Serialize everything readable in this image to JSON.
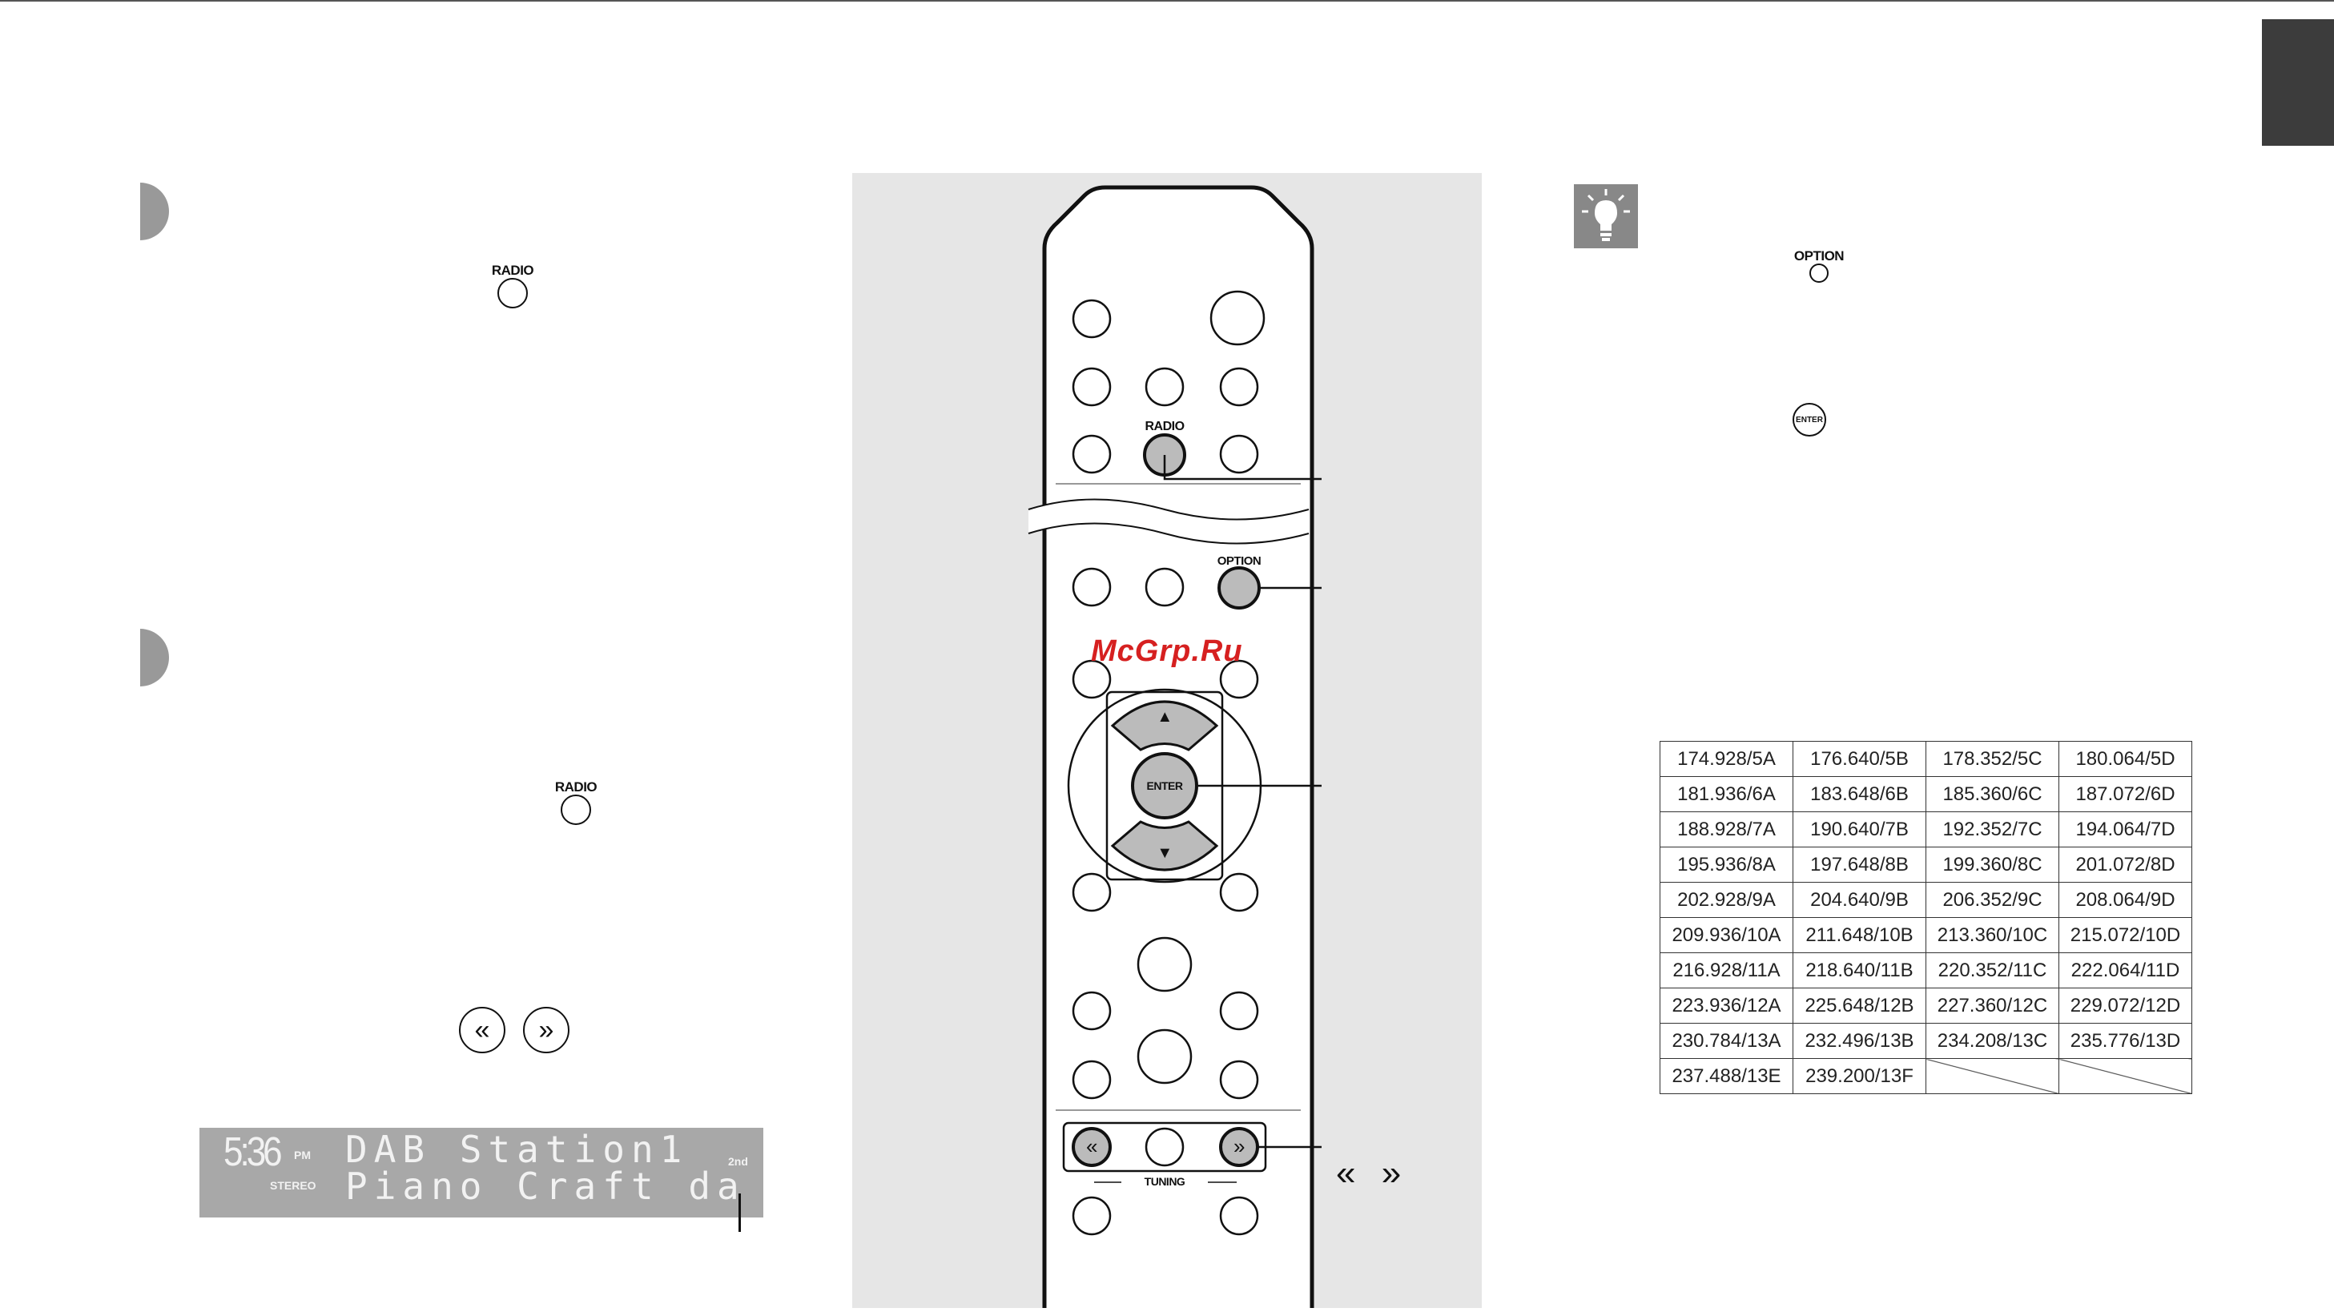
{
  "left_column": {
    "radio_label_1": "RADIO",
    "radio_label_2": "RADIO"
  },
  "display": {
    "time": "5:36",
    "ampm": "PM",
    "stereo": "STEREO",
    "line1": "DAB Station1",
    "line2": "Piano Craft da",
    "indicator": "2nd"
  },
  "remote": {
    "radio_label": "RADIO",
    "option_label": "OPTION",
    "enter_label": "ENTER",
    "tuning_label": "TUNING",
    "up_arrow": "▲",
    "down_arrow": "▼",
    "tuning_prev": "«",
    "tuning_next": "»",
    "watermark": "McGrp.Ru"
  },
  "chevron_callout": "« »",
  "tip": {
    "option_label": "OPTION",
    "enter_label": "ENTER"
  },
  "frequency_table": [
    [
      "174.928/5A",
      "176.640/5B",
      "178.352/5C",
      "180.064/5D"
    ],
    [
      "181.936/6A",
      "183.648/6B",
      "185.360/6C",
      "187.072/6D"
    ],
    [
      "188.928/7A",
      "190.640/7B",
      "192.352/7C",
      "194.064/7D"
    ],
    [
      "195.936/8A",
      "197.648/8B",
      "199.360/8C",
      "201.072/8D"
    ],
    [
      "202.928/9A",
      "204.640/9B",
      "206.352/9C",
      "208.064/9D"
    ],
    [
      "209.936/10A",
      "211.648/10B",
      "213.360/10C",
      "215.072/10D"
    ],
    [
      "216.928/11A",
      "218.640/11B",
      "220.352/11C",
      "222.064/11D"
    ],
    [
      "223.936/12A",
      "225.648/12B",
      "227.360/12C",
      "229.072/12D"
    ],
    [
      "230.784/13A",
      "232.496/13B",
      "234.208/13C",
      "235.776/13D"
    ],
    [
      "237.488/13E",
      "239.200/13F",
      "",
      ""
    ]
  ]
}
